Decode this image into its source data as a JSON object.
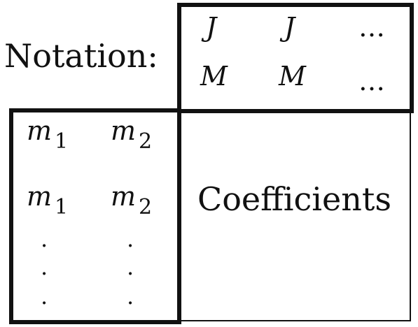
{
  "notation_label": "Notation:",
  "header": {
    "row1": [
      "J",
      "J",
      "…"
    ],
    "row2": [
      "M",
      "M",
      "…"
    ]
  },
  "rows": [
    {
      "sym1": "m",
      "sub1": "1",
      "sym2": "m",
      "sub2": "2"
    },
    {
      "sym1": "m",
      "sub1": "1",
      "sym2": "m",
      "sub2": "2"
    }
  ],
  "vertical_dots": ".",
  "body_label": "Coefficients"
}
